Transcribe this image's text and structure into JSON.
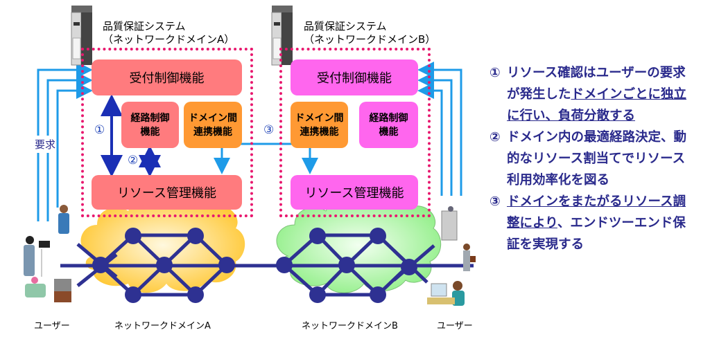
{
  "systems": {
    "a": {
      "title_line1": "品質保証システム",
      "title_line2": "（ネットワークドメインA）",
      "reception": "受付制御機能",
      "routing": "経路制御\n機能",
      "routing_l1": "経路制御",
      "routing_l2": "機能",
      "interdomain_l1": "ドメイン間",
      "interdomain_l2": "連携機能",
      "resource": "リソース管理機能"
    },
    "b": {
      "title_line1": "品質保証システム",
      "title_line2": "（ネットワークドメインB）",
      "reception": "受付制御機能",
      "routing_l1": "経路制御",
      "routing_l2": "機能",
      "interdomain_l1": "ドメイン間",
      "interdomain_l2": "連携機能",
      "resource": "リソース管理機能"
    }
  },
  "markers": {
    "one": "①",
    "two": "②",
    "three": "③"
  },
  "request_label": "要求",
  "network_labels": {
    "a": "ネットワークドメインA",
    "b": "ネットワークドメインB"
  },
  "user_labels": {
    "left": "ユーザー",
    "right": "ユーザー"
  },
  "notes": [
    {
      "num": "①",
      "plain": "リソース確認はユーザーの要求が発生した",
      "underlined": "ドメインごとに独立に行い、負荷分散する",
      "rest": ""
    },
    {
      "num": "②",
      "plain": "ドメイン内の最適経路決定、動的なリソース割当てでリソース利用効率化を図る",
      "underlined": "",
      "rest": ""
    },
    {
      "num": "③",
      "plain": "",
      "underlined": "ドメインをまたがるリソース調整により",
      "rest": "、エンドツーエンド保証を実現する"
    }
  ],
  "colors": {
    "domain_a_box": "#ff7b7e",
    "domain_b_box": "#ff66ee",
    "interdomain_box": "#ff9933",
    "frame": "#e8186e",
    "request_arrow": "#1e9be8",
    "internal_arrow": "#1a2fb5",
    "node": "#2e3192",
    "cloud_a": "#ffd24d",
    "cloud_b": "#a8f5a0",
    "note_text": "#2a2a8c"
  }
}
